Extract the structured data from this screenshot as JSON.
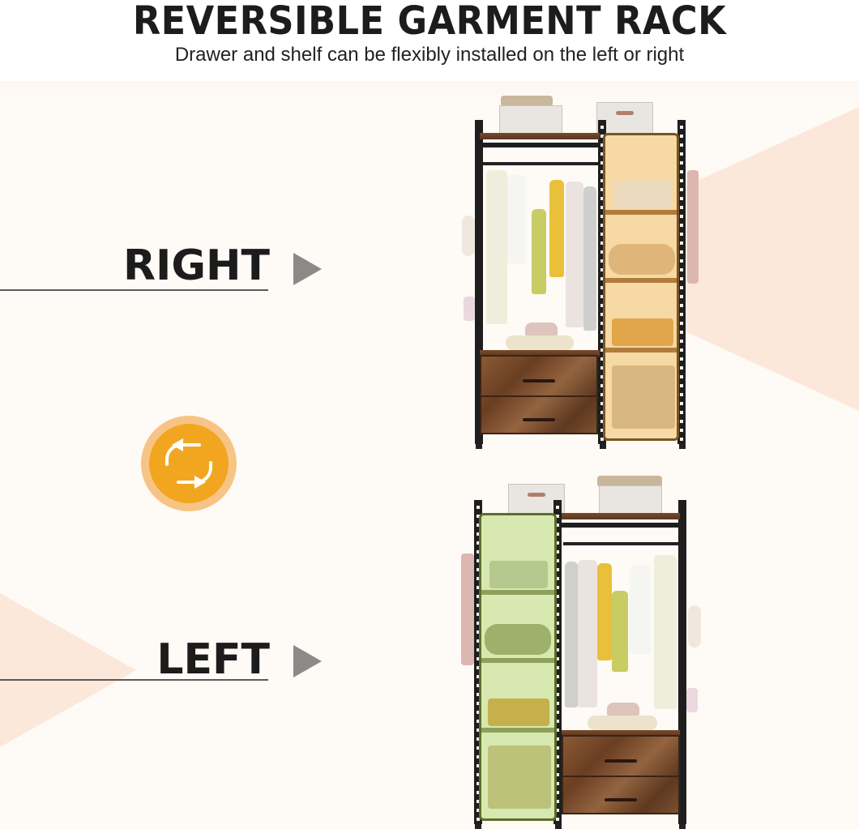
{
  "header": {
    "title": "REVERSIBLE GARMENT RACK",
    "subtitle": "Drawer and shelf can be flexibly installed on the left  or right"
  },
  "options": [
    {
      "label": "RIGHT",
      "arrow_icon": "triangle-right-icon",
      "highlight_color": "#f6d9a4",
      "shelf_side": "right",
      "drawer_side": "left"
    },
    {
      "label": "LEFT",
      "arrow_icon": "triangle-right-icon",
      "highlight_color": "#d7e8b0",
      "shelf_side": "left",
      "drawer_side": "right"
    }
  ],
  "swap_icon": {
    "name": "swap-arrows-icon",
    "color": "#f2a620",
    "ring_color": "#f7c486"
  },
  "colors": {
    "background": "#fefaf6",
    "wedge": "#fbe8da",
    "text": "#1c1c1c",
    "arrow": "#8c8a88"
  }
}
